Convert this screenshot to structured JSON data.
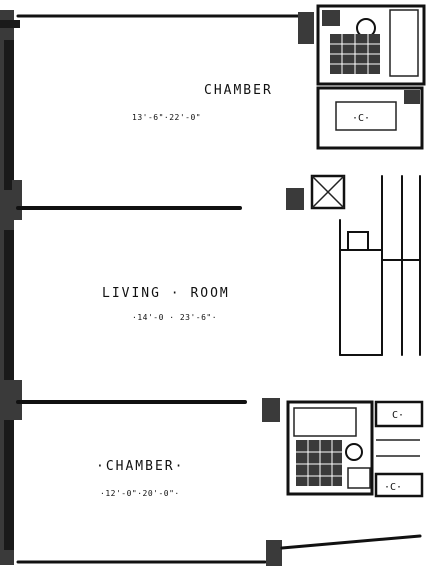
{
  "rooms": {
    "chamber_top": {
      "label": "CHAMBER",
      "dims": "13'-6\"·22'-0\""
    },
    "living_room": {
      "label": "LIVING · ROOM",
      "dims": "·14'-0 · 23'-6\"·"
    },
    "chamber_bottom": {
      "label": "·CHAMBER·",
      "dims": "·12'-0\"·20'-0\"·"
    }
  },
  "closets": {
    "top": "·C·",
    "bottom_upper": "C·",
    "bottom_lower": "·C·"
  }
}
